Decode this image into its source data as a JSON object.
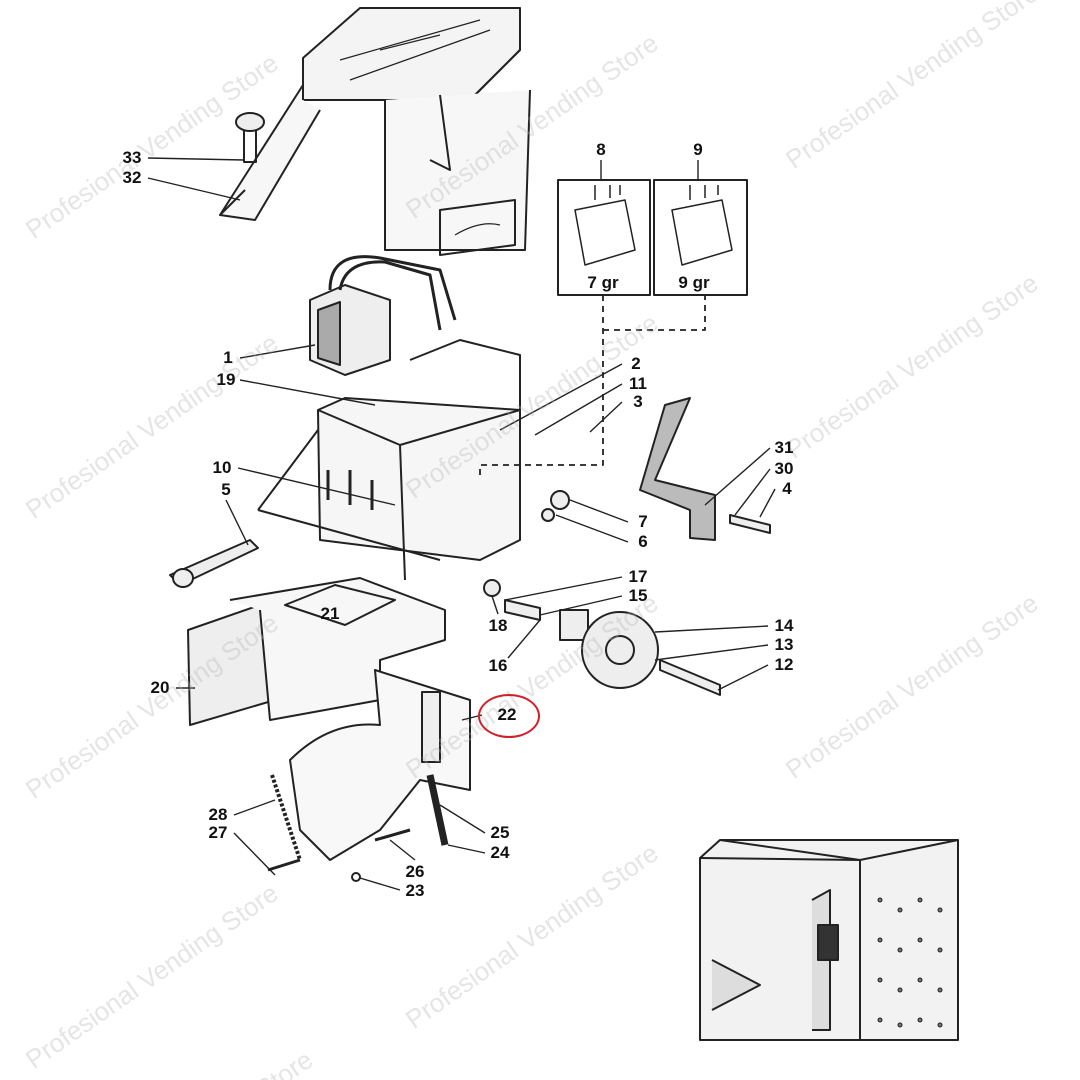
{
  "watermark": "Profesional Vending Store",
  "watermark_short": "Store",
  "highlight_color": "#d0202a",
  "callouts": {
    "p33": "33",
    "p32": "32",
    "p8": "8",
    "p9": "9",
    "p7gr": "7 gr",
    "p9gr": "9 gr",
    "p1": "1",
    "p19": "19",
    "p2": "2",
    "p11": "11",
    "p3": "3",
    "p10": "10",
    "p5": "5",
    "p31": "31",
    "p30": "30",
    "p4": "4",
    "p7": "7",
    "p6": "6",
    "p17": "17",
    "p15": "15",
    "p18": "18",
    "p21": "21",
    "p16": "16",
    "p14": "14",
    "p13": "13",
    "p12": "12",
    "p20": "20",
    "p22": "22",
    "p28": "28",
    "p27": "27",
    "p25": "25",
    "p24": "24",
    "p26": "26",
    "p23": "23"
  }
}
